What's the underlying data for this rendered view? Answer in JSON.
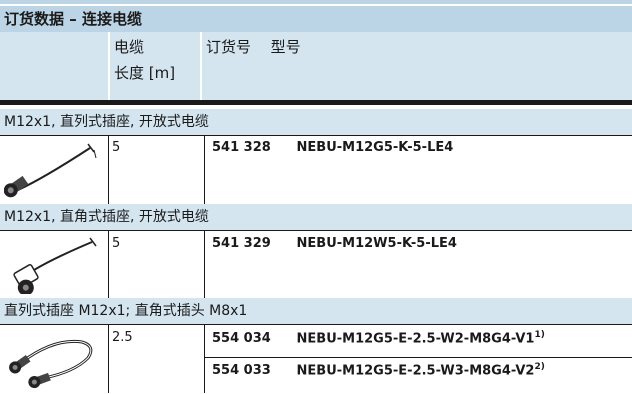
{
  "title": "订货数据 – 连接电缆",
  "header": {
    "cable_line1": "电缆",
    "cable_line2": "长度 [m]",
    "order_no": "订货号",
    "type": "型号"
  },
  "sections": [
    {
      "heading": "M12x1, 直列式插座, 开放式电缆",
      "rows": [
        {
          "length": "5",
          "part_no": "541 328",
          "type": "NEBU-M12G5-K-5-LE4",
          "footnote": ""
        }
      ]
    },
    {
      "heading": "M12x1, 直角式插座, 开放式电缆",
      "rows": [
        {
          "length": "5",
          "part_no": "541 329",
          "type": "NEBU-M12W5-K-5-LE4",
          "footnote": ""
        }
      ]
    },
    {
      "heading": "直列式插座 M12x1; 直角式插头 M8x1",
      "rows": [
        {
          "length": "2.5",
          "part_no": "554 034",
          "type": "NEBU-M12G5-E-2.5-W2-M8G4-V1",
          "footnote": "1)"
        },
        {
          "length": "",
          "part_no": "554 033",
          "type": "NEBU-M12G5-E-2.5-W3-M8G4-V2",
          "footnote": "2)"
        }
      ]
    }
  ],
  "icons": [
    "straight-socket-cable-icon",
    "angled-socket-cable-icon",
    "straight-to-angled-cable-icon"
  ]
}
